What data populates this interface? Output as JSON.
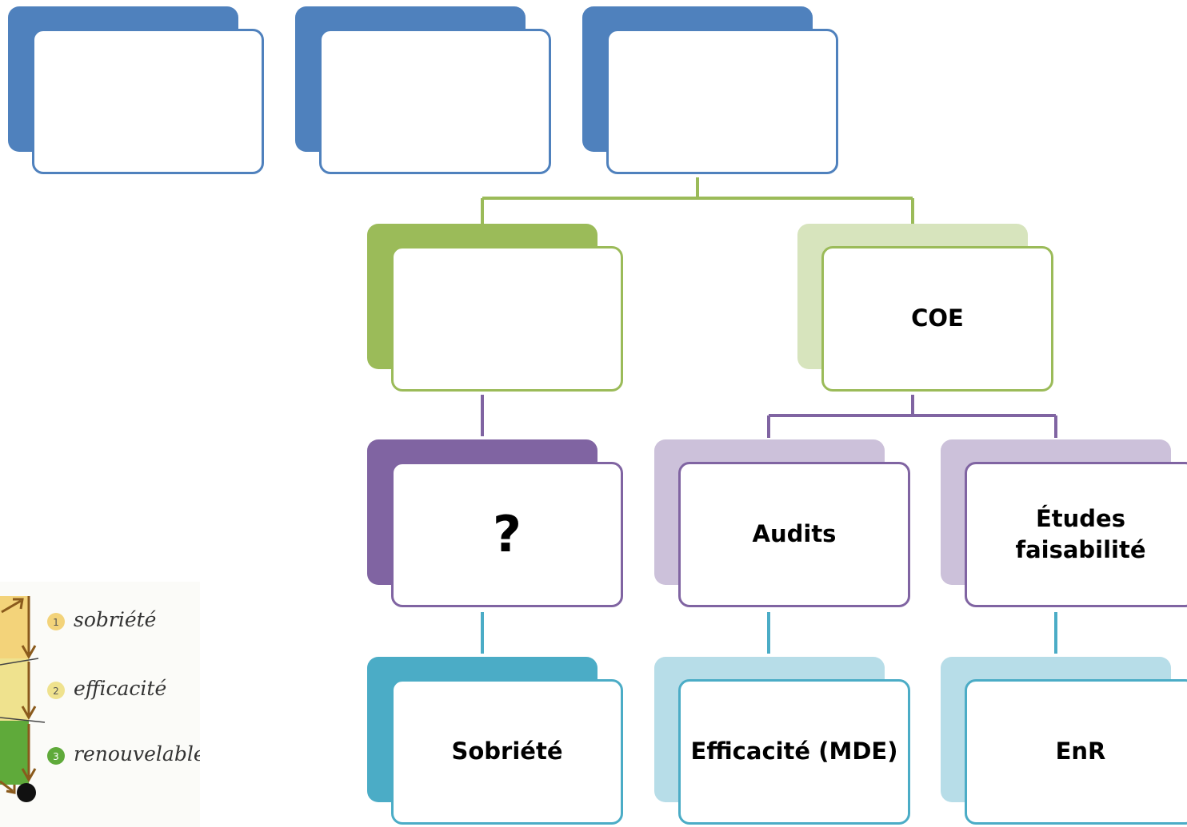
{
  "diagram": {
    "level1": [
      {
        "id": "top-left",
        "label": ""
      },
      {
        "id": "top-middle",
        "label": ""
      },
      {
        "id": "top-right",
        "label": ""
      }
    ],
    "level2": [
      {
        "id": "green-left",
        "label": ""
      },
      {
        "id": "coe",
        "label": "COE"
      }
    ],
    "level3": [
      {
        "id": "question",
        "label": "?"
      },
      {
        "id": "audits",
        "label": "Audits"
      },
      {
        "id": "etudes",
        "label": "Études\nfaisabilité"
      }
    ],
    "level4": [
      {
        "id": "sobriete",
        "label": "Sobriété"
      },
      {
        "id": "efficacite",
        "label": "Efficacité (MDE)"
      },
      {
        "id": "enr",
        "label": "EnR"
      }
    ]
  },
  "legend": {
    "items": [
      {
        "number": "1",
        "text": "sobriété",
        "color": "#f3d37a"
      },
      {
        "number": "2",
        "text": "efficacité",
        "color": "#efe28e"
      },
      {
        "number": "3",
        "text": "renouvelables",
        "color": "#5faa3a"
      }
    ]
  },
  "colors": {
    "blue": "#4f81bd",
    "green": "#9bbb59",
    "green_light": "#d7e4bd",
    "purple": "#8064a2",
    "purple_light": "#ccc1da",
    "teal": "#4bacc6",
    "teal_light": "#b7dde8"
  }
}
